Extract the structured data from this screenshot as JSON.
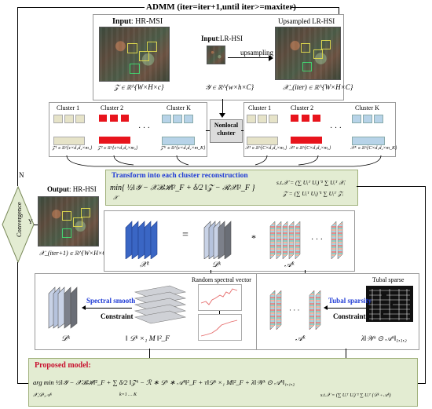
{
  "admm_label": "ADMM (iter=iter+1,until iter>=maxiter)",
  "input_hrmsi": {
    "prefix": "Input",
    "name": ": HR-MSI",
    "math": "𝒵 ∈ ℝ^{W×H×c}"
  },
  "input_lrhsi": {
    "prefix": "Input",
    "name": ":LR-HSI",
    "math": "𝒴 ∈ ℝ^{w×h×C}"
  },
  "upsampling_label": "upsampling",
  "upsampled_label": "Upsampled LR-HSI",
  "upsampled_math": "𝒳_(iter) ∈ ℝ^{W×H×C}",
  "nonlocal_label": "Nonlocal cluster",
  "cluster_labels_left": [
    "Cluster 1",
    "Cluster 2",
    "Cluster K"
  ],
  "cluster_labels_right": [
    "Cluster 1",
    "Cluster 2",
    "Cluster K"
  ],
  "ellipsis": "· · ·",
  "cluster_math_left": [
    "𝒵¹ ∈ ℝ^{c×d₁d₂×m₁}",
    "𝒵² ∈ ℝ^{c×d₁d₂×m₂}",
    "𝒵ᴷ ∈ ℝ^{c×d₁d₂×m_K}"
  ],
  "cluster_math_right": [
    "𝒳¹ ∈ ℝ^{C×d₁d₂×m₁}",
    "𝒳² ∈ ℝ^{C×d₁d₂×m₂}",
    "𝒳ᴷ ∈ ℝ^{C×d₁d₂×m_K}"
  ],
  "transform_title": "Transform into each cluster reconstruction",
  "transform_eq": "min{ ½‖𝒴 − 𝒳ℬℋ‖²_F + δ/2 ‖𝒵 − ℛ𝒳‖²_F }",
  "transform_eq_sub": "𝒳",
  "transform_st_1": "s.t.𝒳 = (∑ Uᵢᵀ Uᵢ)⁻¹ ∑ Uᵢᵀ 𝒳ᵢ",
  "transform_st_2": "𝒵 = (∑ Uᵢᵀ Uᵢ)⁻¹ ∑ Uᵢᵀ 𝒵ᵢ",
  "output_prefix": "Output",
  "output_name": ": HR-HSI",
  "output_math": "𝒳_(iter+1) ∈ ℝ^{W×H×C}",
  "convergence_label": "Convergence",
  "n_label": "N",
  "y_label": "Y",
  "tensor_xk": "𝒳ᵏ",
  "tensor_dk": "𝒟ᵏ",
  "tensor_ak": "𝒜ᵏ",
  "equals": "=",
  "star": "*",
  "spectral_smooth": "Spectral smooth",
  "constraint_1": "Constraint",
  "random_spectral": "Random spectral vector",
  "dk_norm": "‖ 𝒟ᵏ ×₁ M ‖²_F",
  "tubal_sparse": "Tubal sparse",
  "tubal_sparsity": "Tubal sparsity",
  "constraint_2": "Constraint",
  "ak_norm": "λ‖𝒲ᵏ ⊙ 𝒜ᵏ‖₁,₁,₂",
  "proposed_title": "Proposed model:",
  "proposed_eq": "arg min ½‖𝒴 − 𝒳ℬℋ‖²_F + ∑ δ/2 ‖𝒵ᵏ − ℛ ∗ 𝒟ᵏ ∗ 𝒜ᵏ‖²_F + τ‖𝒟ᵏ ×₁ M‖²_F + λ‖𝒲ᵏ ⊙ 𝒜ᵏ‖₁,₁,₂",
  "proposed_sub": "𝒳,𝒟ᵏ,𝒜ᵏ",
  "proposed_sum_range": "k=1 … K",
  "proposed_st": "s.t.𝒳 = (∑ Uᵢᵀ Uᵢ)⁻¹ ∑ Uᵢᵀ (𝒟ᵏ ∗ 𝒜ᵏ)",
  "colors": {
    "blue_text": "#1f3bd6",
    "red_text": "#c8102e",
    "green_bg": "#e3ecd2",
    "cube_blue": "#3a66c4"
  }
}
